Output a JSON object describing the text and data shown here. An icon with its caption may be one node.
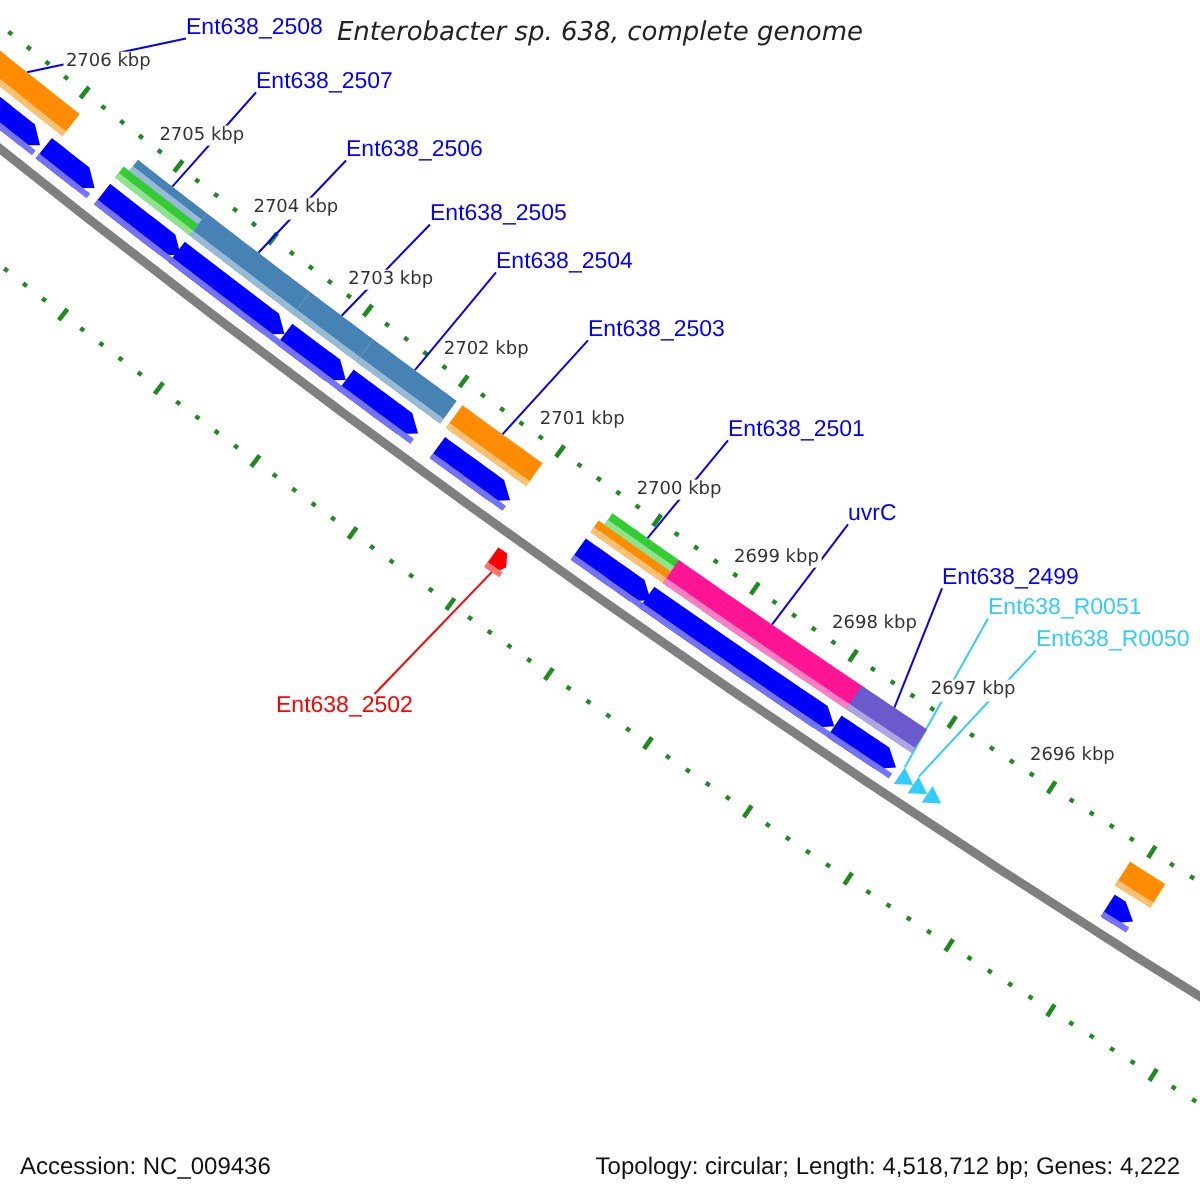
{
  "diagram": {
    "title": "Enterobacter sp. 638, complete genome",
    "nodes": [
      {
        "text": [
          "Ent638_2508"
        ]
      },
      {
        "text": [],
        "shape": "bar"
      },
      {
        "text": [
          "Ent638_2507"
        ]
      },
      {
        "text": [],
        "shape": "bar"
      },
      {
        "text": [
          "Ent638_2506"
        ]
      },
      {
        "text": [],
        "shape": "bar"
      },
      {
        "text": [
          "Ent638_2505"
        ]
      },
      {
        "text": [],
        "shape": "bar"
      },
      {
        "text": [
          "Ent638_2504"
        ]
      },
      {
        "text": [],
        "shape": "bar"
      },
      {
        "text": [
          "Ent638_2503"
        ]
      },
      {
        "text": [],
        "shape": "bar"
      },
      {
        "text": [
          "Ent638_2501"
        ]
      },
      {
        "text": [],
        "shape": "bar"
      },
      {
        "text": [
          "uvrC"
        ]
      },
      {
        "text": [],
        "shape": "bar"
      },
      {
        "text": [
          "Ent638_2499"
        ]
      },
      {
        "text": [],
        "shape": "bar"
      },
      {
        "text": [
          "Ent638_R0051"
        ]
      },
      {
        "text": [],
        "shape": "triangle"
      },
      {
        "text": [
          "Ent638_R0050"
        ]
      },
      {
        "text": [],
        "shape": "triangle"
      },
      {
        "text": [
          "Ent638_2502"
        ]
      },
      {
        "text": [],
        "shape": "pentagon"
      }
    ],
    "edges": [
      {
        "from": 0,
        "to": 1,
        "arrow": "none"
      },
      {
        "from": 2,
        "to": 3,
        "arrow": "none"
      },
      {
        "from": 4,
        "to": 5,
        "arrow": "none"
      },
      {
        "from": 6,
        "to": 7,
        "arrow": "none"
      },
      {
        "from": 8,
        "to": 9,
        "arrow": "none"
      },
      {
        "from": 10,
        "to": 11,
        "arrow": "none"
      },
      {
        "from": 12,
        "to": 13,
        "arrow": "none"
      },
      {
        "from": 14,
        "to": 15,
        "arrow": "none"
      },
      {
        "from": 16,
        "to": 17,
        "arrow": "none"
      },
      {
        "from": 18,
        "to": 19,
        "arrow": "none",
        "color": "#33ccff"
      },
      {
        "from": 20,
        "to": 21,
        "arrow": "none",
        "color": "#33ccff"
      },
      {
        "from": 22,
        "to": 23,
        "arrow": "none",
        "color": "#ff0000"
      }
    ],
    "labels": [
      "2706 kbp",
      "2705 kbp",
      "2704 kbp",
      "2703 kbp",
      "2702 kbp",
      "2701 kbp",
      "2700 kbp",
      "2699 kbp",
      "2698 kbp",
      "2697 kbp",
      "2696 kbp",
      "Accession: NC_009436",
      "Topology: circular; Length: 4,518,712 bp; Genes: 4,222"
    ]
  }
}
